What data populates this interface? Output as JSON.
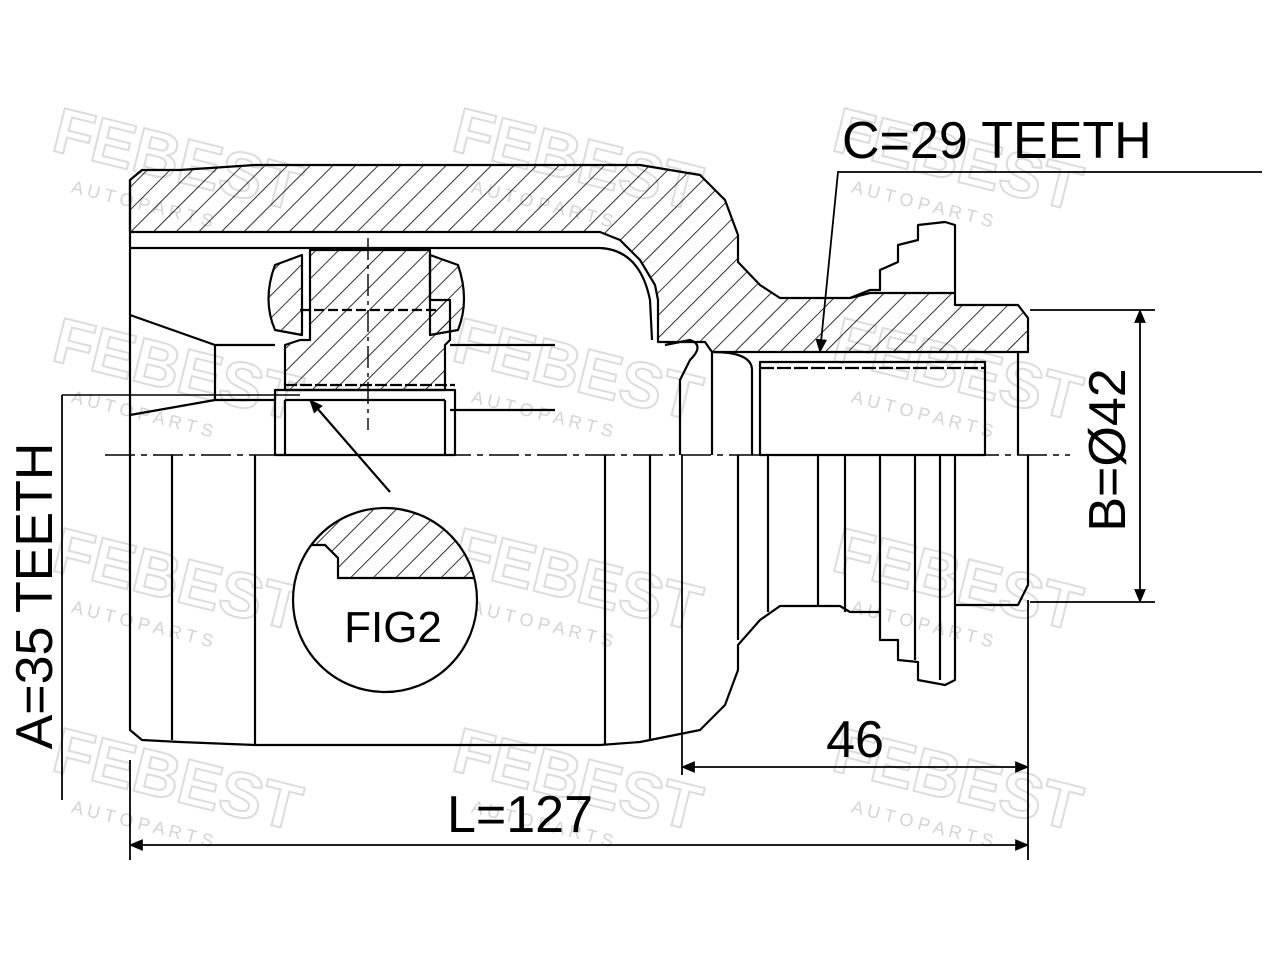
{
  "labels": {
    "c_teeth": "C=29 TEETH",
    "a_teeth": "A=35 TEETH",
    "b_diameter": "B=Ø42",
    "dim_46": "46",
    "length": "L=127",
    "fig2": "FIG2"
  },
  "watermark": {
    "brand": "FEBEST",
    "sub": "A U T O   P A R T S"
  },
  "colors": {
    "line": "#000000",
    "watermark": "#dcdcdc"
  }
}
